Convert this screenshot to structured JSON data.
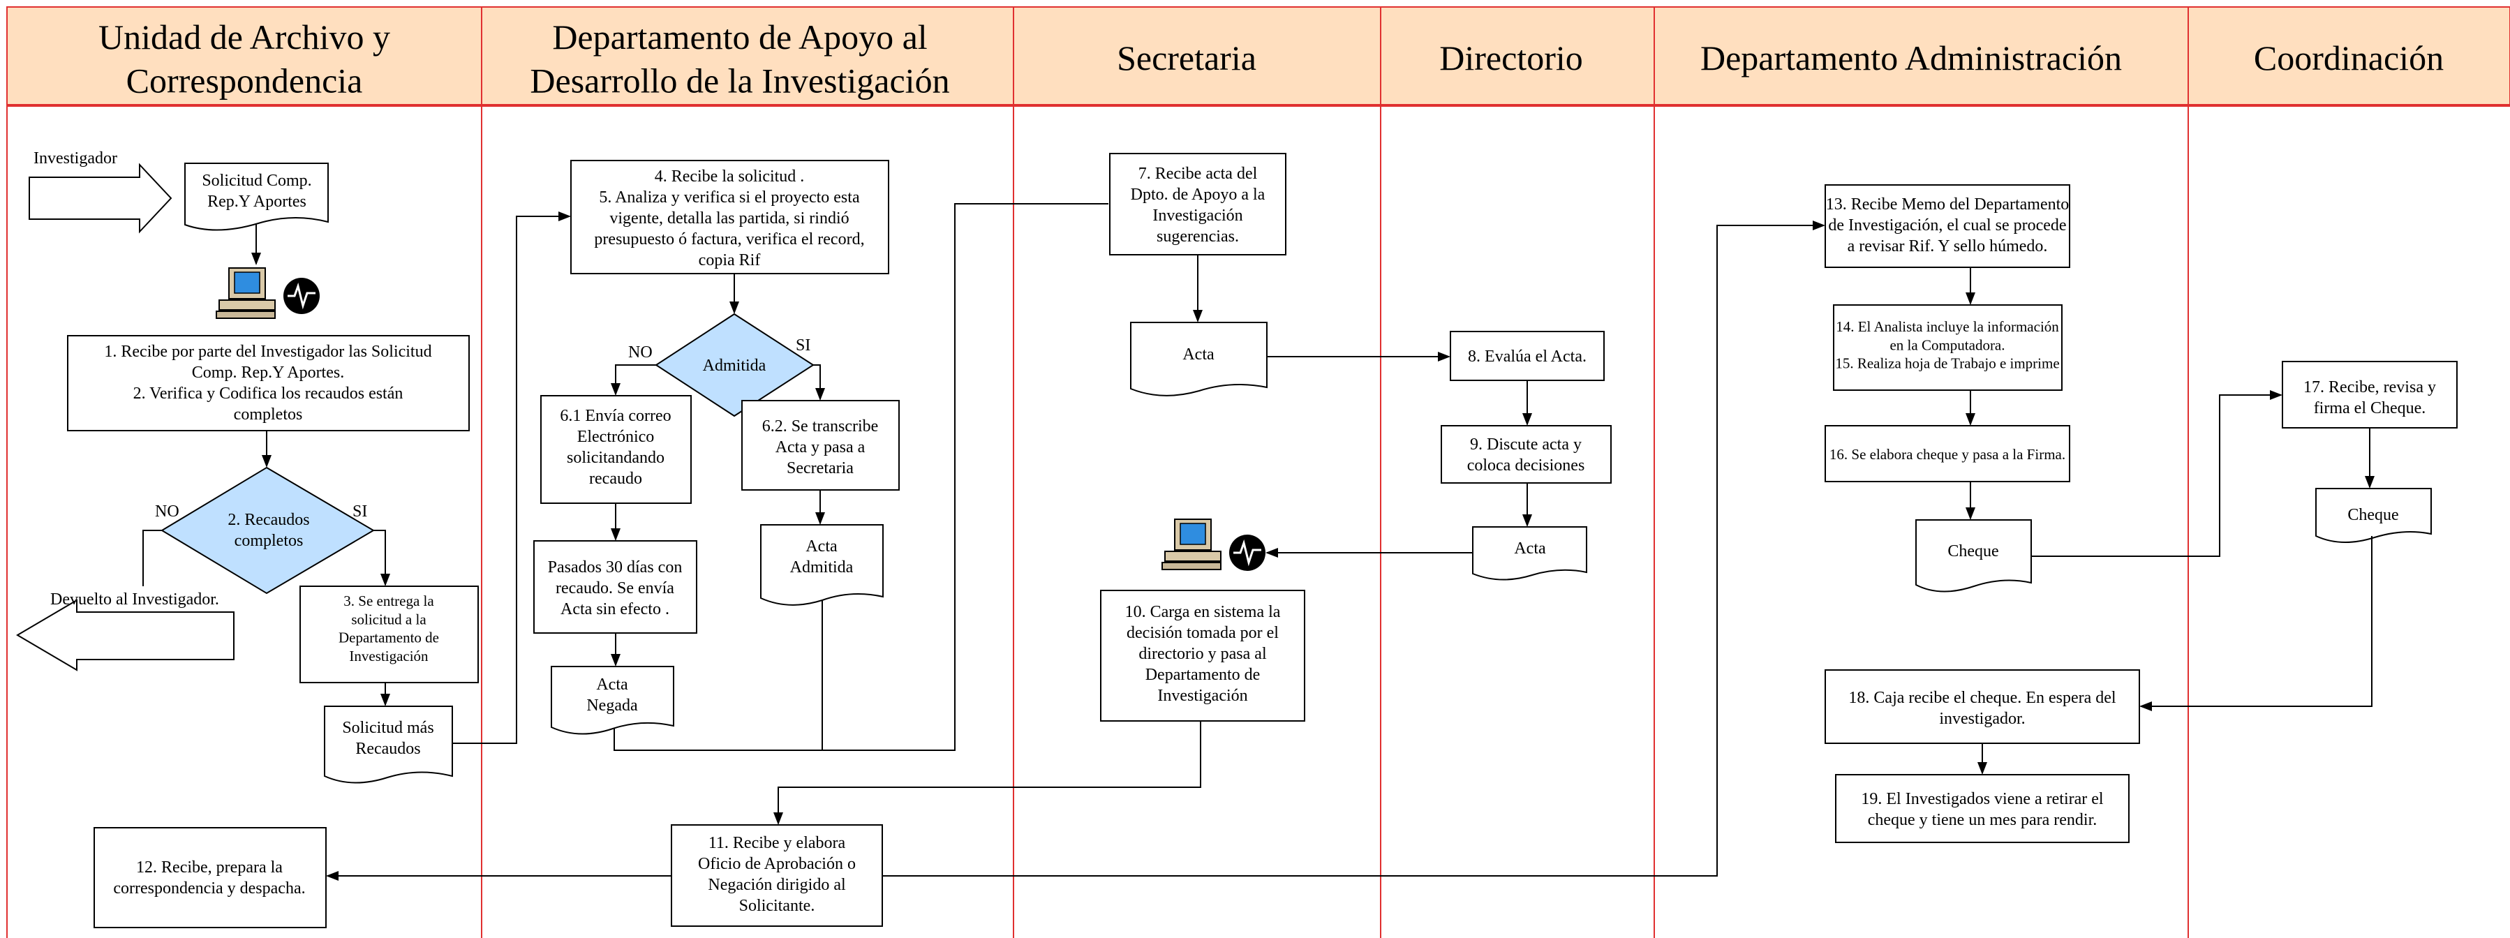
{
  "colors": {
    "header_fill": "#ffdfbf",
    "lane_border": "#e03030",
    "decision_fill": "#bfe0ff"
  },
  "lanes": [
    {
      "title": [
        "Unidad  de Archivo  y",
        "Correspondencia"
      ]
    },
    {
      "title": [
        "Departamento   de Apoyo al",
        "Desarrollo  de la  Investigación"
      ]
    },
    {
      "title": [
        "Secretaria"
      ]
    },
    {
      "title": [
        "Directorio"
      ]
    },
    {
      "title": [
        "Departamento   Administración"
      ]
    },
    {
      "title": [
        "Coordinación"
      ]
    }
  ],
  "nodes": {
    "investigador_label": "Investigador",
    "solicitud_doc": [
      "Solicitud  Comp.",
      "Rep.Y  Aportes"
    ],
    "step1": [
      "1. Recibe por parte del Investigador las  Solicitud",
      "Comp. Rep.Y   Aportes.",
      "2.  Verifica y Codifica los recaudos están",
      "completos"
    ],
    "decision2": [
      "2. Recaudos",
      "completos"
    ],
    "decision2_no": "NO",
    "decision2_si": "SI",
    "devuelto": "Devuelto  al Investigador.",
    "step3": [
      "3. Se entrega la",
      "solicitud  a la",
      "Departamento de",
      "Investigación"
    ],
    "solicitud_recaudos_doc": [
      "Solicitud  más",
      "Recaudos"
    ],
    "step4_5": [
      "4. Recibe la  solicitud .",
      "5. Analiza y verifica  si el proyecto esta",
      "vigente, detalla las partida,  si rindió",
      "presupuesto ó factura, verifica el record,",
      "copia Rif"
    ],
    "admitida": "Admitida",
    "admitida_no": "NO",
    "admitida_si": "SI",
    "step6_1": [
      "6.1  Envía correo",
      "Electrónico",
      "solicitandando",
      "recaudo"
    ],
    "step6_2": [
      "6.2.  Se transcribe",
      "Acta y  pasa a",
      "Secretaria"
    ],
    "pasados": [
      "Pasados 30 días con",
      "recaudo.  Se envía",
      "Acta sin  efecto ."
    ],
    "acta_negada_doc": [
      "Acta",
      "Negada"
    ],
    "acta_admitida_doc": [
      "Acta",
      "Admitida"
    ],
    "step7": [
      "7. Recibe acta del",
      "Dpto. de Apoyo a la",
      "Investigación",
      "sugerencias."
    ],
    "acta_doc_sec": [
      "Acta"
    ],
    "step10": [
      "10. Carga en  sistema la",
      "decisión  tomada por el",
      "directorio  y pasa al",
      "Departamento de",
      "Investigación"
    ],
    "step8": [
      "8. Evalúa el Acta."
    ],
    "step9": [
      "9. Discute acta y",
      "coloca decisiones"
    ],
    "acta_doc_dir": [
      "Acta"
    ],
    "step11": [
      "11. Recibe y elabora",
      "Oficio de Aprobación  o",
      "Negación dirigido  al",
      "Solicitante."
    ],
    "step12": [
      "12. Recibe,   prepara la",
      "correspondencia y despacha."
    ],
    "step13": [
      "13. Recibe Memo del Departamento",
      "de Investigación, el cual se procede",
      "a revisar Rif.  Y sello  húmedo."
    ],
    "step14_15": [
      "14. El Analista incluye la  información",
      "en la Computadora.",
      "15. Realiza hoja de Trabajo e imprime"
    ],
    "step16": [
      "16. Se elabora cheque y pasa a la  Firma."
    ],
    "cheque_doc_adm": [
      "Cheque"
    ],
    "step17": [
      "17. Recibe,  revisa y",
      "firma el  Cheque."
    ],
    "cheque_doc_coord": [
      "Cheque"
    ],
    "step18": [
      "18. Caja recibe el cheque.  En  espera del",
      "investigador."
    ],
    "step19": [
      "19.  El Investigados viene a  retirar el",
      "cheque y tiene un  mes para rendir."
    ]
  }
}
